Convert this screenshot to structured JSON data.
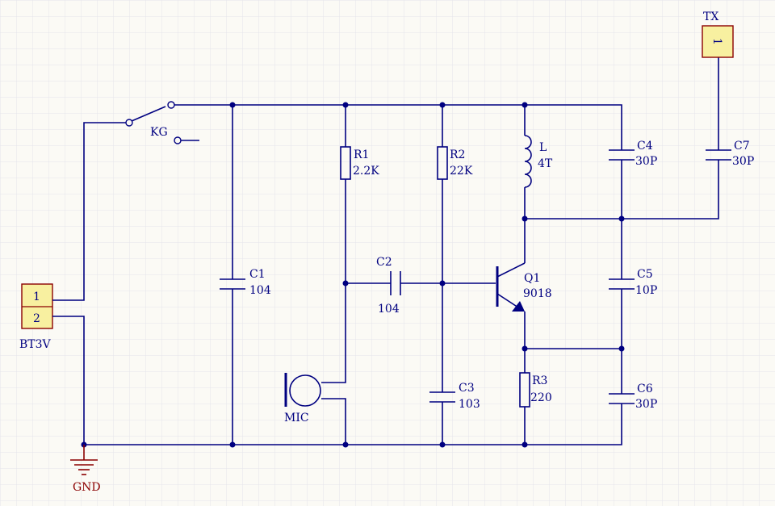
{
  "colors": {
    "wire": "#000080",
    "ground": "#8b0000",
    "connector_fill": "#f8f0a0",
    "grid": "#e4e4ea",
    "background": "#fbfaf5"
  },
  "components": {
    "battery": {
      "pin1": "1",
      "pin2": "2",
      "label": "BT3V"
    },
    "switch": {
      "label": "KG"
    },
    "ground": {
      "label": "GND"
    },
    "c1": {
      "ref": "C1",
      "value": "104"
    },
    "r1": {
      "ref": "R1",
      "value": "2.2K"
    },
    "c2": {
      "ref": "C2",
      "value": "104"
    },
    "r2": {
      "ref": "R2",
      "value": "22K"
    },
    "c3": {
      "ref": "C3",
      "value": "103"
    },
    "mic": {
      "label": "MIC"
    },
    "inductor": {
      "ref": "L",
      "value": "4T"
    },
    "q1": {
      "ref": "Q1",
      "value": "9018"
    },
    "r3": {
      "ref": "R3",
      "value": "220"
    },
    "c4": {
      "ref": "C4",
      "value": "30P"
    },
    "c5": {
      "ref": "C5",
      "value": "10P"
    },
    "c6": {
      "ref": "C6",
      "value": "30P"
    },
    "c7": {
      "ref": "C7",
      "value": "30P"
    },
    "antenna": {
      "label": "TX",
      "pin": "1"
    }
  }
}
